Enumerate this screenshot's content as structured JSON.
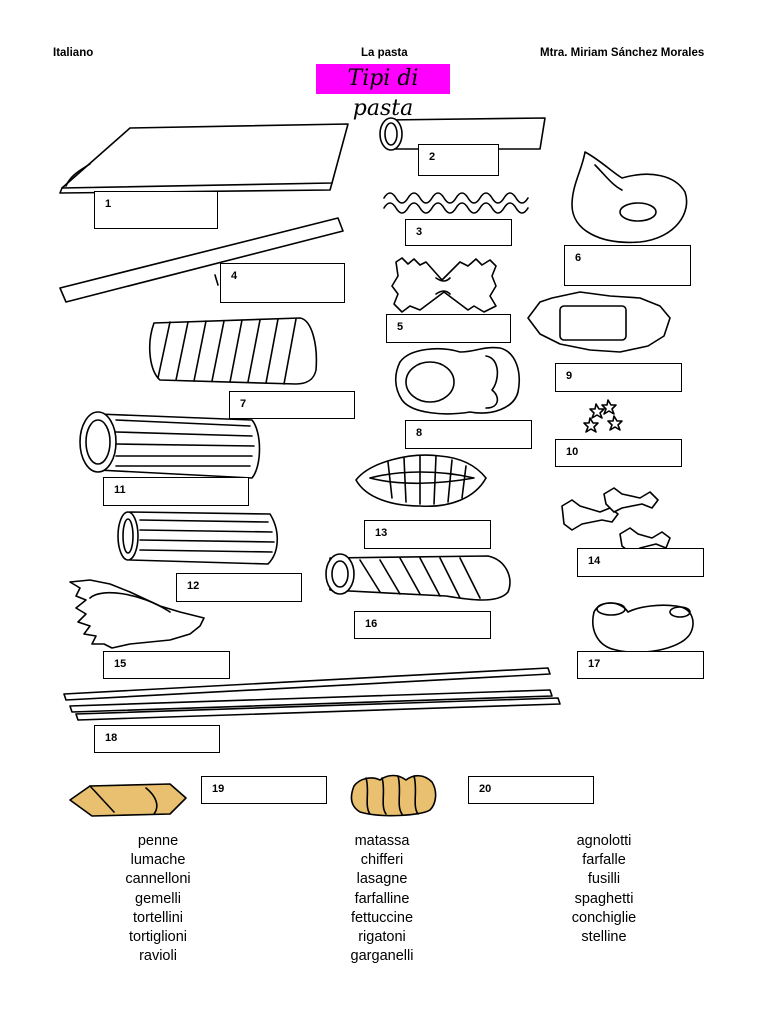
{
  "header": {
    "left": "Italiano",
    "center": "La pasta",
    "right": "Mtra. Miriam Sánchez Morales"
  },
  "title": "Tipi di pasta",
  "title_color": "#ff00ff",
  "boxes": [
    "1",
    "2",
    "3",
    "4",
    "5",
    "6",
    "7",
    "8",
    "9",
    "10",
    "11",
    "12",
    "13",
    "14",
    "15",
    "16",
    "17",
    "18",
    "19",
    "20"
  ],
  "word_bank": {
    "col1": [
      "penne",
      "lumache",
      "cannelloni",
      "gemelli",
      "tortellini",
      "tortiglioni",
      "ravioli"
    ],
    "col2": [
      "matassa",
      "chifferi",
      "lasagne",
      "farfalline",
      "fettuccine",
      "rigatoni",
      "garganelli"
    ],
    "col3": [
      "agnolotti",
      "farfalle",
      "fusilli",
      "spaghetti",
      "conchiglie",
      "stelline"
    ]
  },
  "illustration_color": "#e8c070"
}
